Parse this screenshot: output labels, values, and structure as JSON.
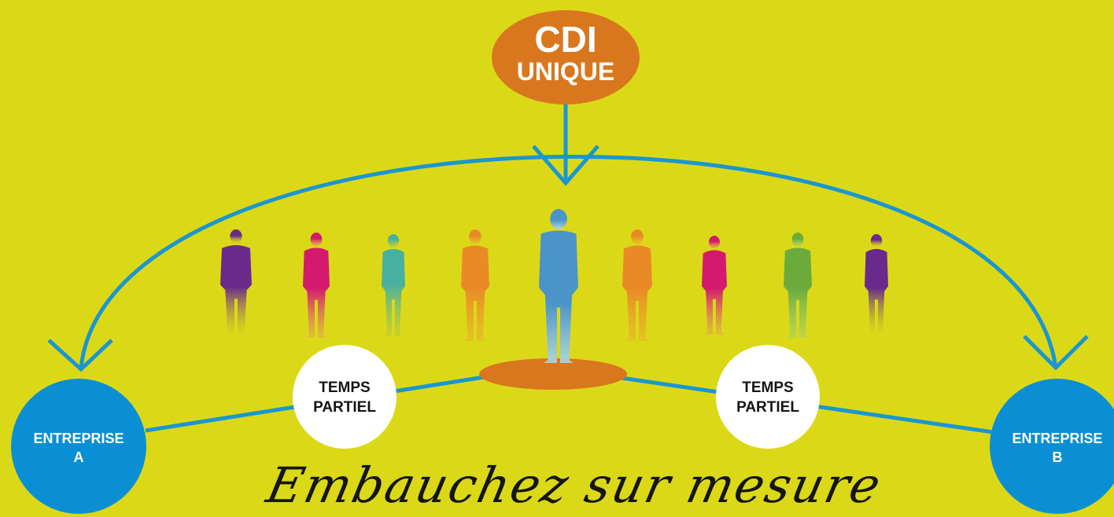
{
  "diagram": {
    "top_node": {
      "line1": "CDI",
      "line2": "UNIQUE"
    },
    "left_company": {
      "line1": "ENTREPRISE",
      "line2": "A"
    },
    "right_company": {
      "line1": "ENTREPRISE",
      "line2": "B"
    },
    "left_part_time": {
      "line1": "TEMPS",
      "line2": "PARTIEL"
    },
    "right_part_time": {
      "line1": "TEMPS",
      "line2": "PARTIEL"
    },
    "tagline": "Embauchez sur mesure"
  },
  "colors": {
    "background": "#dbd917",
    "arc": "#1a96d0",
    "orange": "#d9771e",
    "company": "#0b8fd4",
    "part_time": "#ffffff",
    "figures": [
      "#6a2a8c",
      "#d31a6e",
      "#48b0a0",
      "#ea8a26",
      "#4a94c9",
      "#ea8a26",
      "#d31a6e",
      "#6aab3c",
      "#6a2a8c"
    ]
  }
}
